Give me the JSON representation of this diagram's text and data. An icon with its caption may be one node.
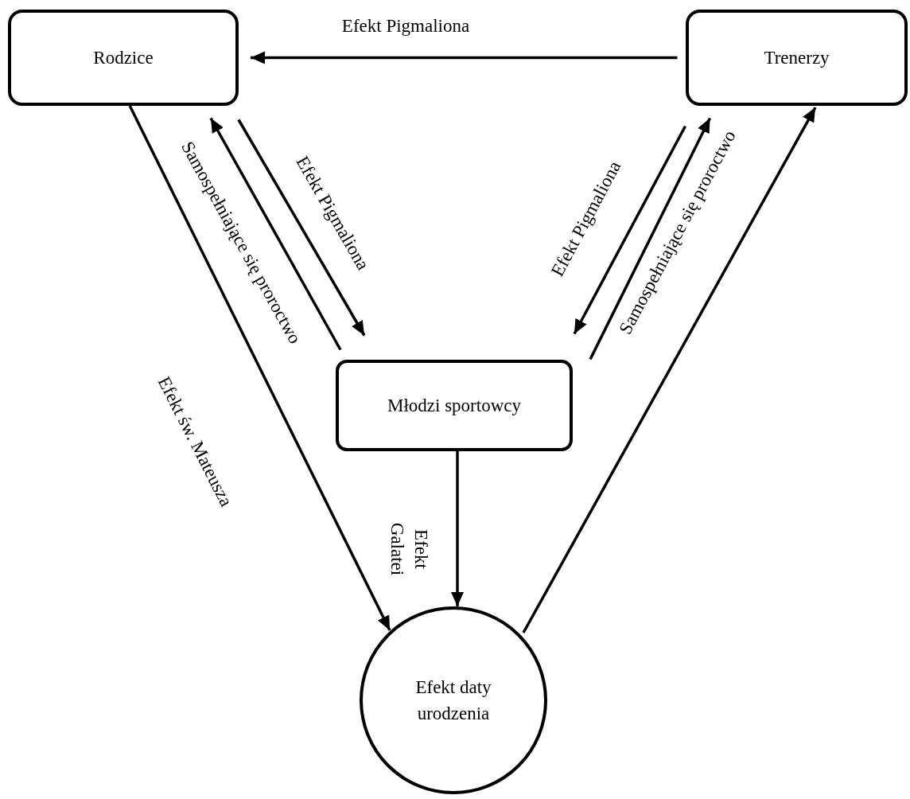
{
  "diagram": {
    "nodes": [
      {
        "text": [
          "Rodzice"
        ]
      },
      {
        "text": [
          "Trenerzy"
        ]
      },
      {
        "text": [
          "Młodzi sportowcy"
        ]
      },
      {
        "text": [
          "Efekt daty urodzenia"
        ]
      }
    ],
    "edges": [
      {
        "from": 1,
        "to": 0,
        "arrow": "to",
        "label": "Efekt Pigmaliona"
      },
      {
        "from": 0,
        "to": 2,
        "arrow": "to",
        "label": "Efekt Pigmaliona"
      },
      {
        "from": 2,
        "to": 0,
        "arrow": "to",
        "label": "Samospełniające się proroctwo"
      },
      {
        "from": 1,
        "to": 2,
        "arrow": "to",
        "label": "Efekt Pigmaliona"
      },
      {
        "from": 2,
        "to": 1,
        "arrow": "to",
        "label": "Samospełniające się proroctwo"
      },
      {
        "from": 0,
        "to": 3,
        "arrow": "to",
        "label": "Efekt św. Mateusza"
      },
      {
        "from": 2,
        "to": 3,
        "arrow": "to",
        "label": "Efekt Galatei"
      },
      {
        "from": 3,
        "to": 1,
        "arrow": "to"
      }
    ]
  }
}
